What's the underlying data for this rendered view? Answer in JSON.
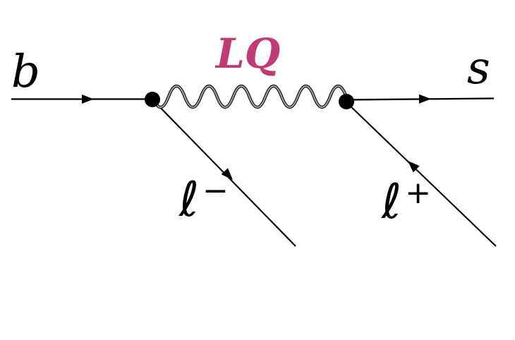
{
  "diagram": {
    "background_color": "#ffffff",
    "line_color": "#000000",
    "vertex_color": "#000000",
    "mediator_color": "#c23a74",
    "propagator_edge_color": "#212121",
    "propagator_core_color": "#bdbdbd",
    "labels": {
      "incoming_quark": "b",
      "outgoing_quark": "s",
      "mediator": "LQ",
      "lepton_minus_base": "ℓ",
      "lepton_minus_charge": "−",
      "lepton_plus_base": "ℓ",
      "lepton_plus_charge": "+"
    }
  }
}
